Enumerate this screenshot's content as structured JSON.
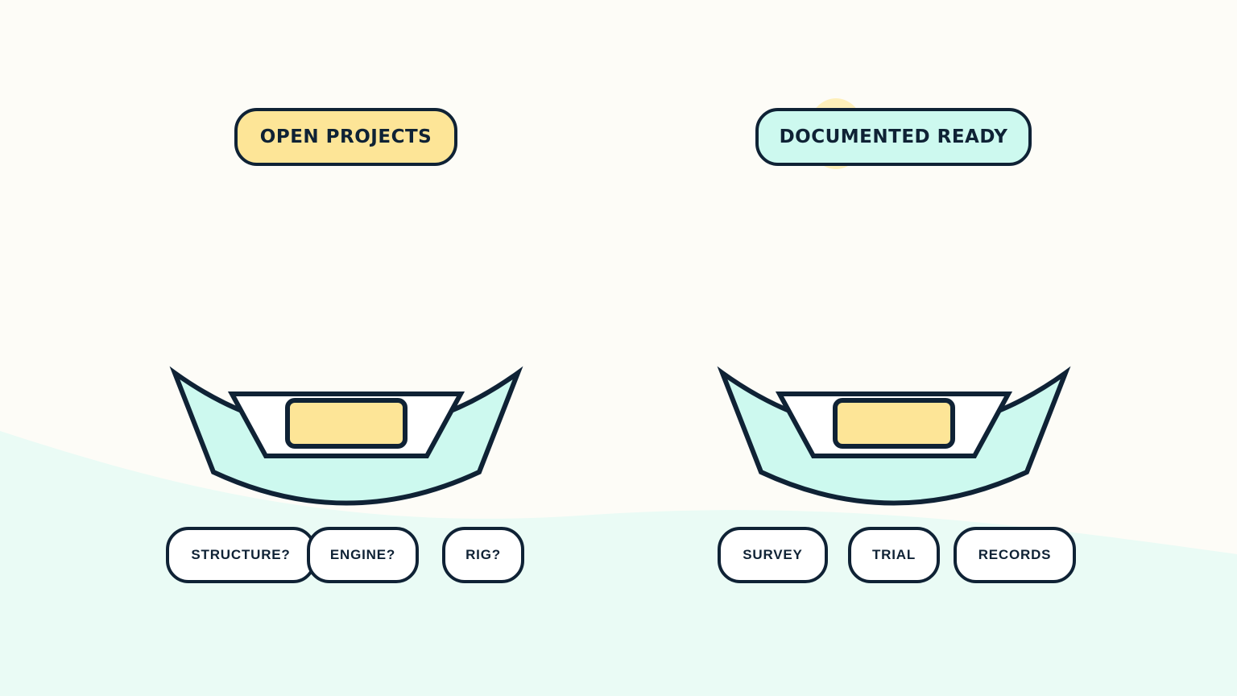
{
  "colors": {
    "background": "#fdfcf7",
    "ground": "#eafbf5",
    "outline": "#0f2235",
    "yellow": "#fde597",
    "mint": "#cdf9ef",
    "cream_glow": "#fdeaa0",
    "white": "#ffffff"
  },
  "left_group": {
    "title": "OPEN PROJECTS",
    "title_color": "#fde597",
    "tags": [
      "STRUCTURE?",
      "ENGINE?",
      "RIG?"
    ]
  },
  "right_group": {
    "title": "DOCUMENTED READY",
    "title_color": "#cdf9ef",
    "tags": [
      "SURVEY",
      "TRIAL",
      "RECORDS"
    ]
  }
}
